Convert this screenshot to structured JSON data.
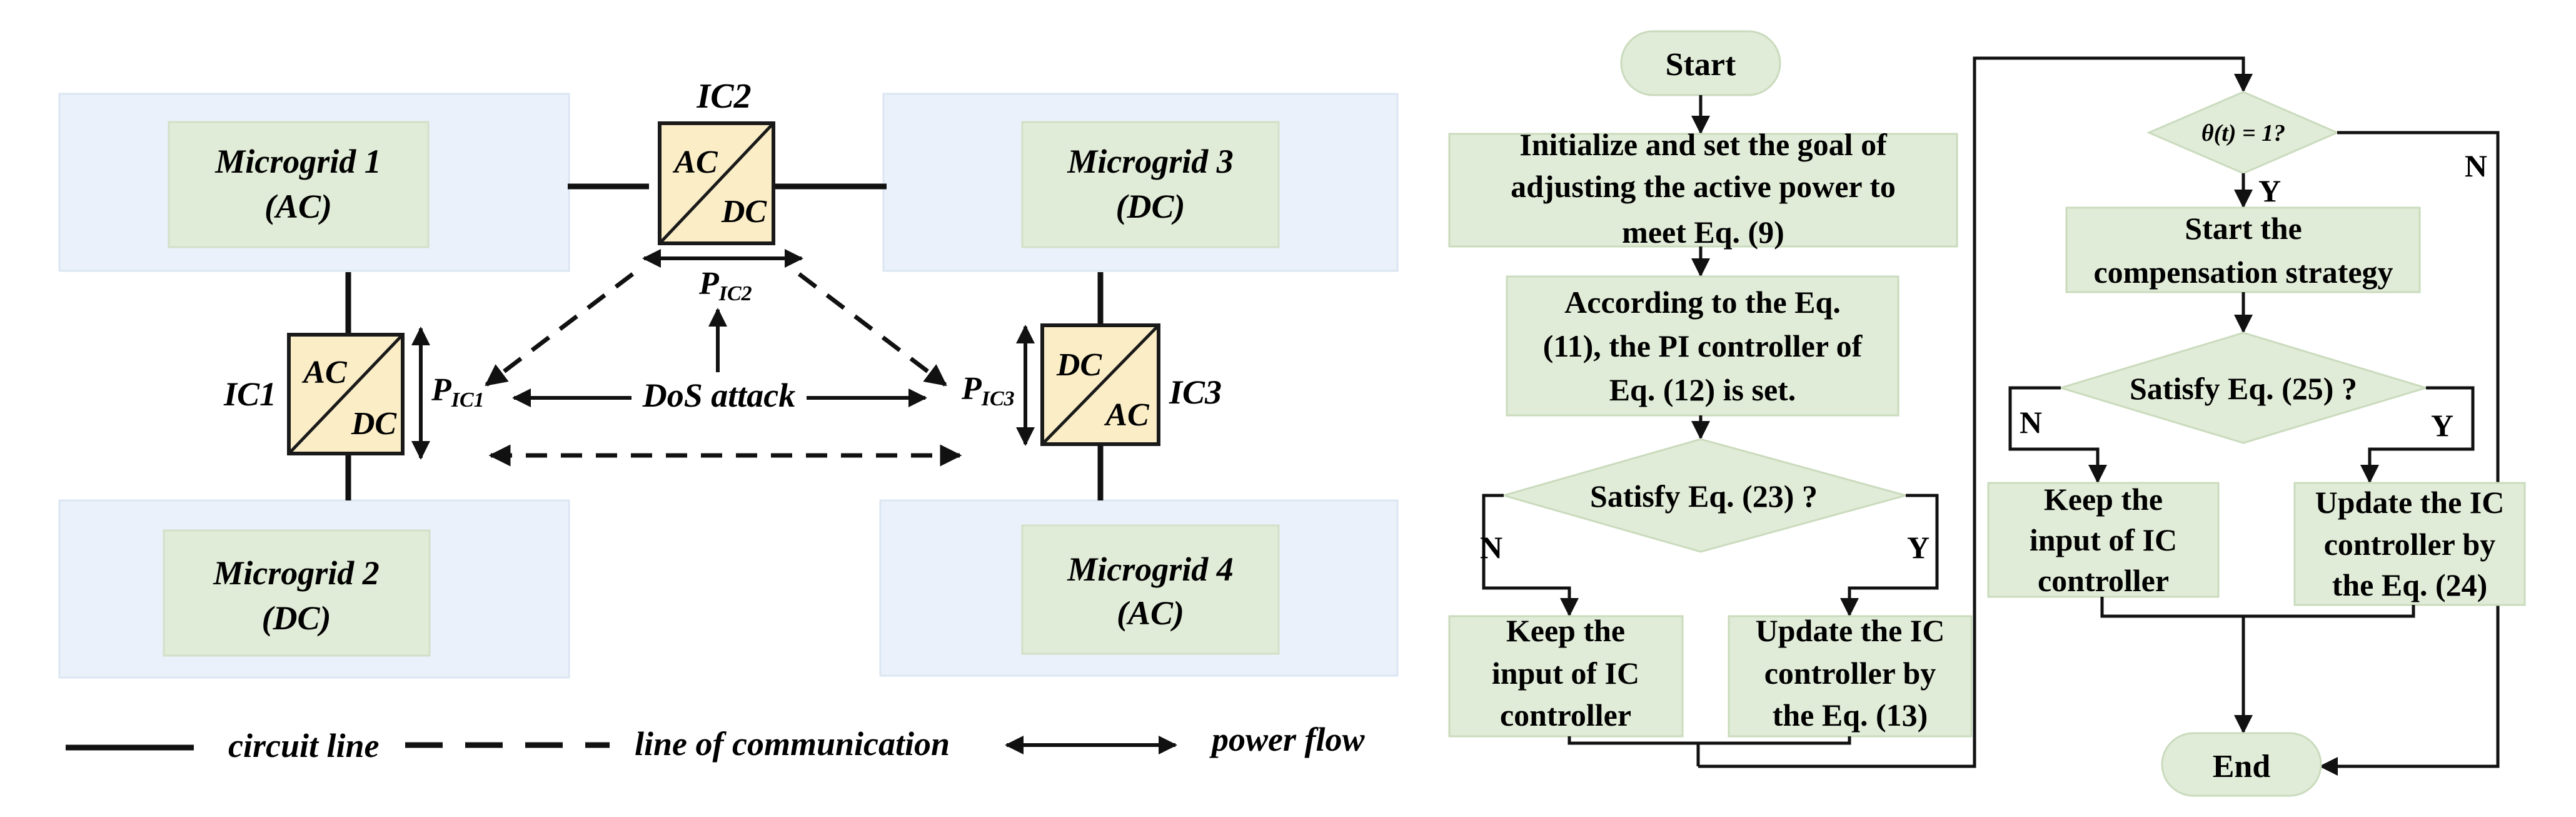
{
  "left": {
    "microgrids": [
      {
        "line1": "Microgrid 1",
        "line2": "(AC)"
      },
      {
        "line1": "Microgrid 2",
        "line2": "(DC)"
      },
      {
        "line1": "Microgrid 3",
        "line2": "(DC)"
      },
      {
        "line1": "Microgrid 4",
        "line2": "(AC)"
      }
    ],
    "converters": {
      "ic1": {
        "label": "IC1",
        "top": "AC",
        "bottom": "DC",
        "power_main": "P",
        "power_sub": "IC1"
      },
      "ic2": {
        "label": "IC2",
        "top": "AC",
        "bottom": "DC",
        "power_main": "P",
        "power_sub": "IC2"
      },
      "ic3": {
        "label": "IC3",
        "top": "DC",
        "bottom": "AC",
        "power_main": "P",
        "power_sub": "IC3"
      }
    },
    "attack_label": "DoS attack",
    "legend": {
      "circuit": "circuit line",
      "communication": "line of communication",
      "power": "power flow"
    }
  },
  "flowchart": {
    "start": "Start",
    "init": [
      "Initialize and set the goal of",
      "adjusting the active power to",
      "meet Eq. (9)"
    ],
    "pi": [
      "According to the Eq.",
      "(11), the PI controller of",
      "Eq. (12) is set."
    ],
    "decision1": "Satisfy Eq. (23) ?",
    "d1_no": "N",
    "d1_yes": "Y",
    "keep1": [
      "Keep the",
      "input of IC",
      "controller"
    ],
    "update1": [
      "Update the IC",
      "controller by",
      "the Eq. (13)"
    ],
    "theta": "θ(t) = 1?",
    "theta_yes": "Y",
    "theta_no": "N",
    "compensation": [
      "Start the",
      "compensation strategy"
    ],
    "decision2": "Satisfy Eq. (25) ?",
    "d2_no": "N",
    "d2_yes": "Y",
    "keep2": [
      "Keep the",
      "input of IC",
      "controller"
    ],
    "update2": [
      "Update the IC",
      "controller by",
      "the Eq. (24)"
    ],
    "end": "End"
  }
}
